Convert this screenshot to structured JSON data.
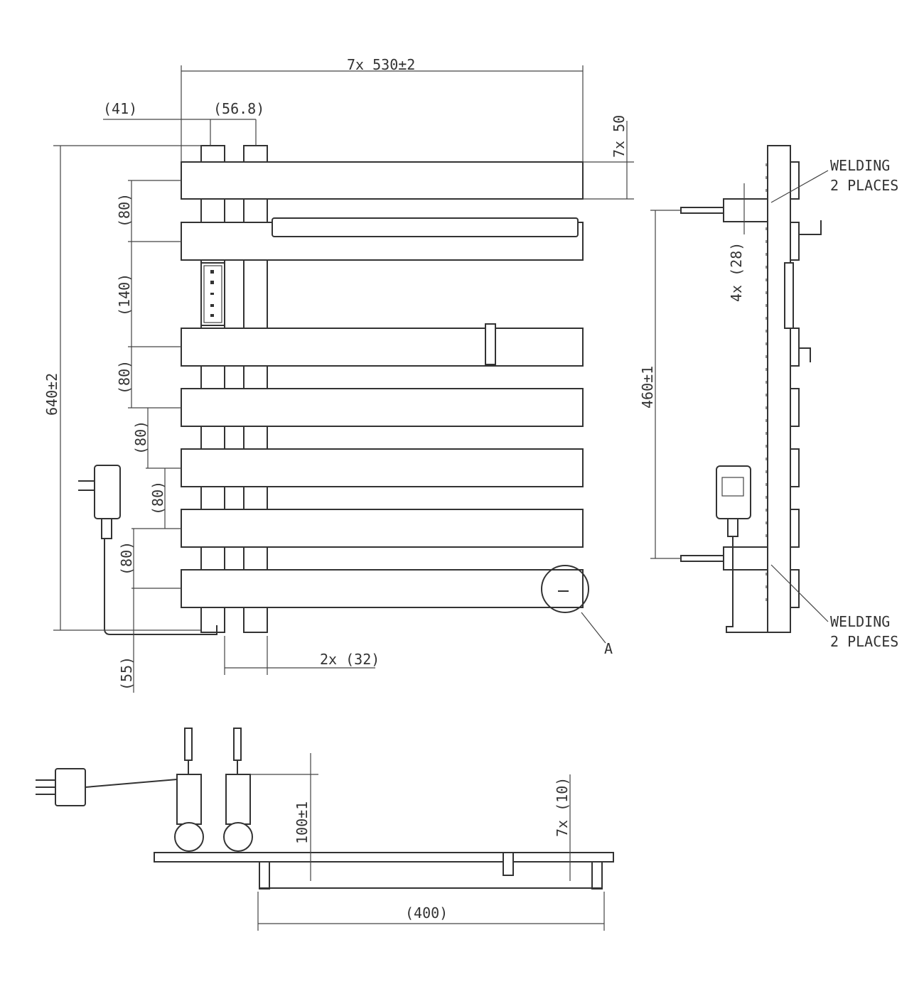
{
  "dimensions": {
    "width_total": "7x 530±2",
    "offset_left": "(41)",
    "post_spacing": "(56.8)",
    "bar_height": "7x 50",
    "gap_1": "(80)",
    "gap_2": "(140)",
    "gap_3": "(80)",
    "gap_4": "(80)",
    "gap_5": "(80)",
    "gap_6": "(80)",
    "height_total": "640±2",
    "bottom_offset": "(55)",
    "post_width": "2x (32)",
    "detail_label": "A",
    "bracket_height": "4x (28)",
    "mount_spacing": "460±1",
    "depth": "100±1",
    "bar_thickness": "7x (10)",
    "mount_width": "(400)"
  },
  "notes": {
    "welding_top_1": "WELDING",
    "welding_top_2": "2 PLACES",
    "welding_bottom_1": "WELDING",
    "welding_bottom_2": "2 PLACES"
  }
}
